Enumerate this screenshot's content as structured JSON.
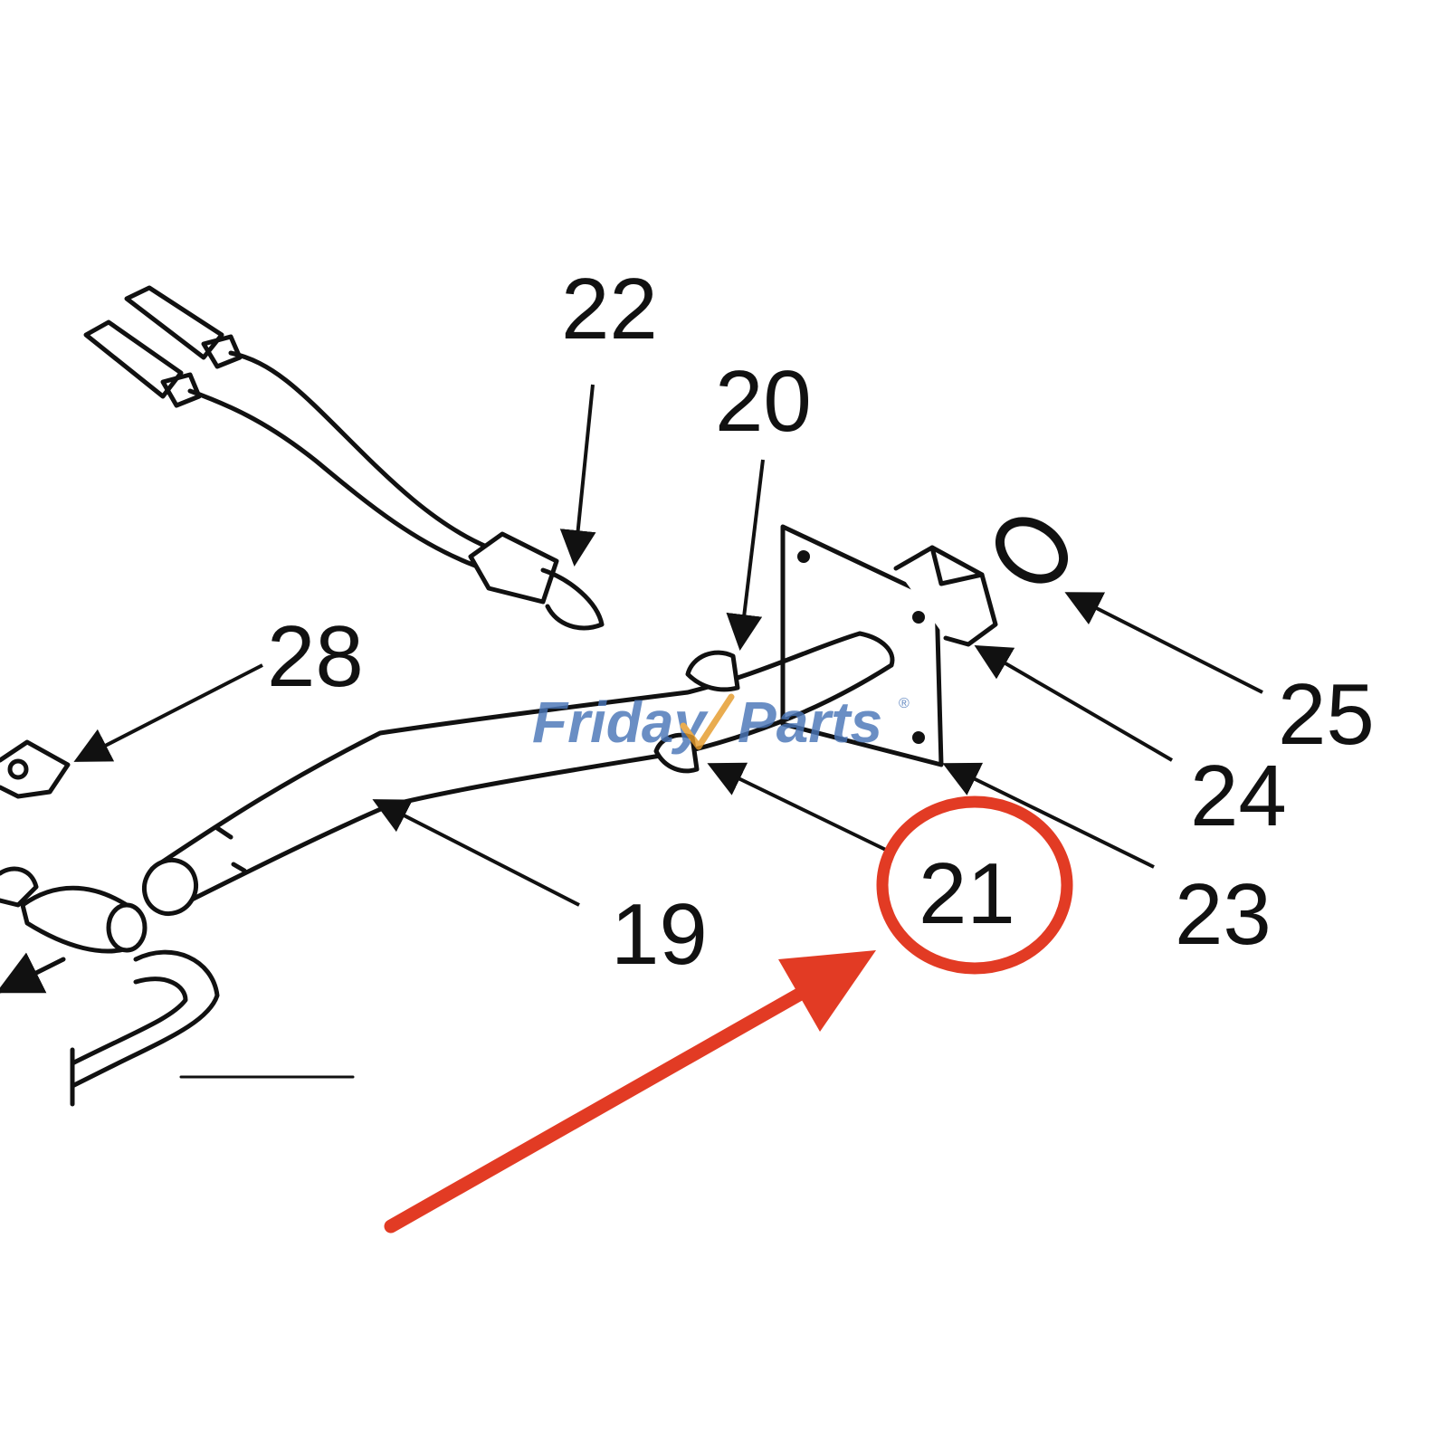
{
  "diagram": {
    "callouts": [
      "22",
      "20",
      "28",
      "25",
      "24",
      "23",
      "21",
      "19"
    ],
    "highlighted_callout": "21"
  },
  "watermark": {
    "text_friday": "Friday",
    "text_parts": "Parts",
    "registered_mark": "®"
  },
  "colors": {
    "line": "#111111",
    "highlight": "#e23b24",
    "watermark_blue": "#4a76b8",
    "watermark_orange": "#e59a2a"
  }
}
